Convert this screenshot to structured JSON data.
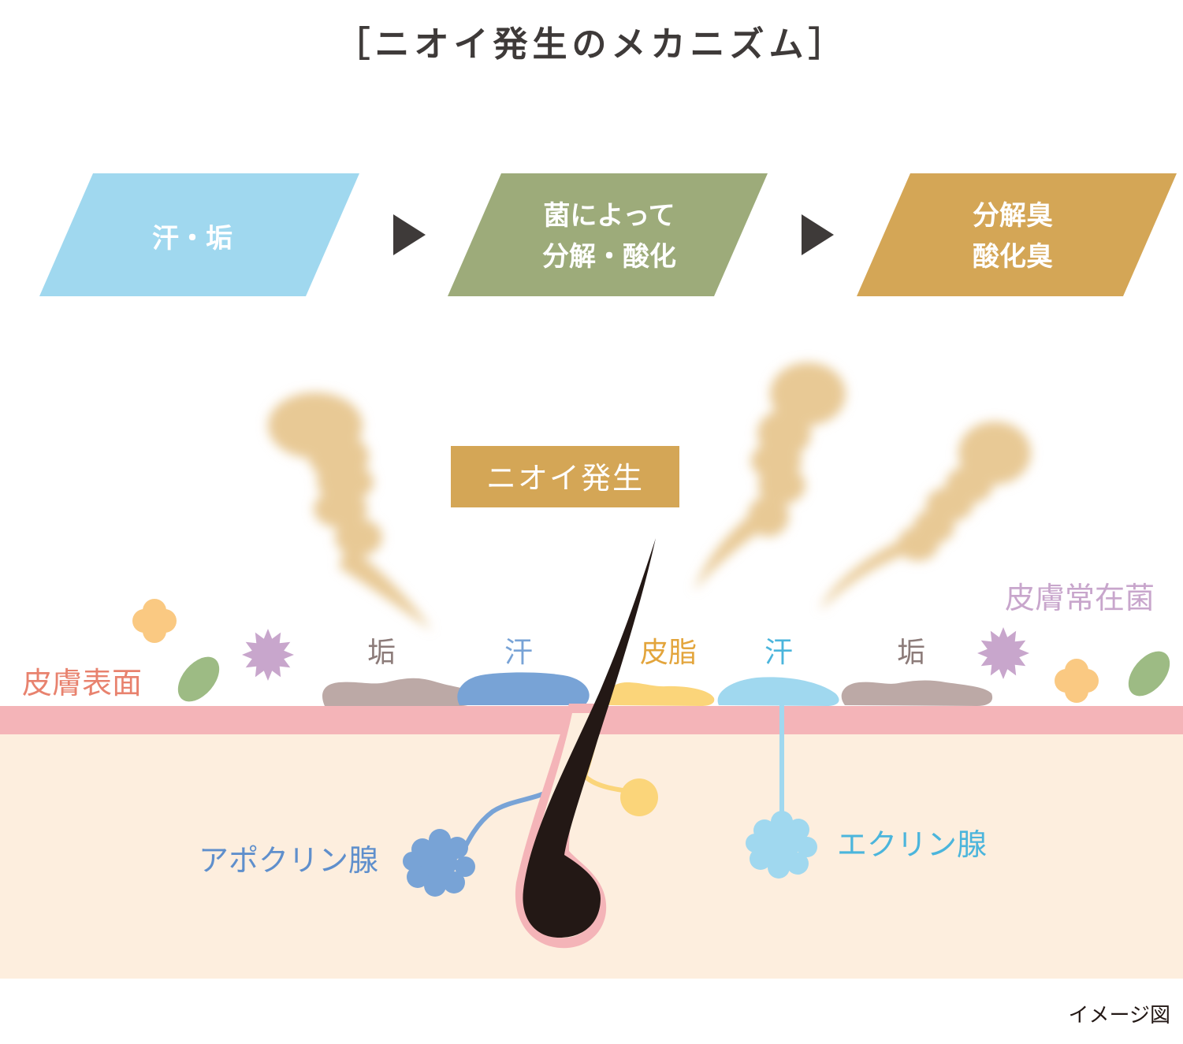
{
  "title": "［ニオイ発生のメカニズム］",
  "flow": {
    "steps": [
      {
        "lines": [
          "汗・垢"
        ],
        "color": "#a0d8ef"
      },
      {
        "lines": [
          "菌によって",
          "分解・酸化"
        ],
        "color": "#9dab7a"
      },
      {
        "lines": [
          "分解臭",
          "酸化臭"
        ],
        "color": "#d4a656"
      }
    ],
    "arrow_icon": "triangle-right-icon",
    "arrow_color": "#3e3a39"
  },
  "odor_label": "ニオイ発生",
  "labels": {
    "skin_surface": "皮膚表面",
    "resident_bacteria": "皮膚常在菌",
    "grime_left": "垢",
    "sweat_left": "汗",
    "sebum": "皮脂",
    "sweat_right": "汗",
    "grime_right": "垢",
    "apocrine": "アポクリン腺",
    "eccrine": "エクリン腺"
  },
  "colors": {
    "skin_surface": "#f4b4b8",
    "skin_layer": "#fdeede",
    "grime": "#bca9a6",
    "apocrine": "#78a3d6",
    "eccrine": "#a0d8ef",
    "sebum": "#fbd57a",
    "hair": "#231815",
    "odor": "#e8c995",
    "bacteria_orange": "#fac982",
    "bacteria_purple": "#c8a6cc",
    "bacteria_green": "#9dbb84"
  },
  "caption": "イメージ図"
}
